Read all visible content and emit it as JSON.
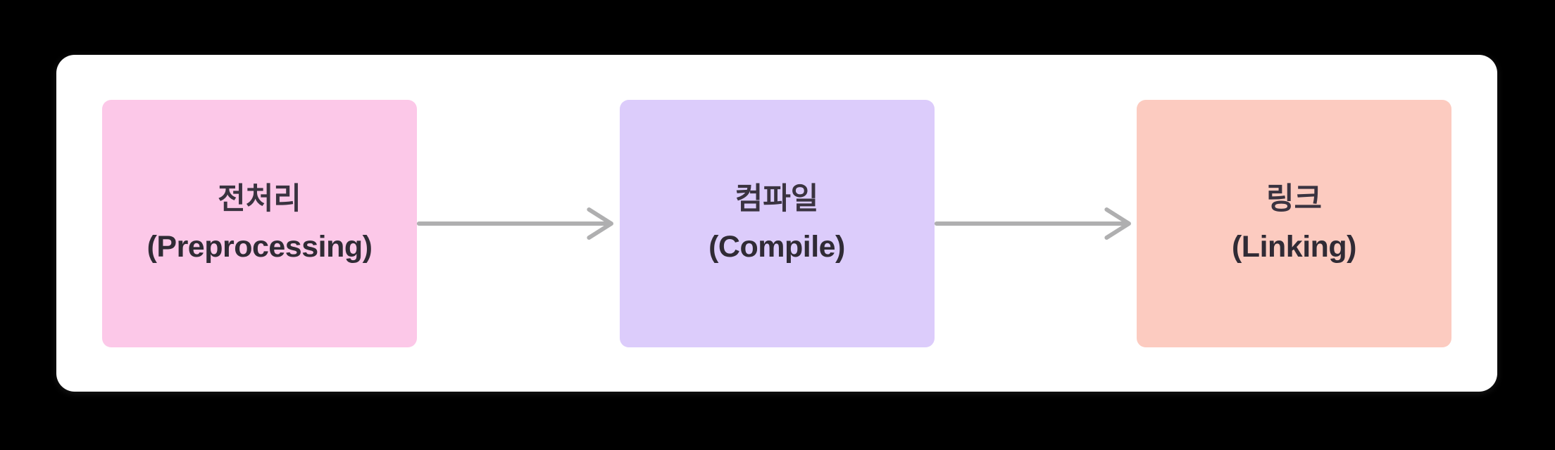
{
  "diagram": {
    "type": "horizontal-flow",
    "title_visible": false,
    "background_color": "#000000",
    "card_color": "#FFFFFF",
    "arrow_color": "#AFAFB0",
    "text_color": "#3A3340",
    "stages": [
      {
        "name_ko": "전처리",
        "name_en": "(Preprocessing)",
        "color": "#FCC8E8",
        "order": 1
      },
      {
        "name_ko": "컴파일",
        "name_en": "(Compile)",
        "color": "#DCCCFB",
        "order": 2
      },
      {
        "name_ko": "링크",
        "name_en": "(Linking)",
        "color": "#FCCBC0",
        "order": 3
      }
    ],
    "connectors": [
      {
        "from": "전처리",
        "to": "컴파일",
        "style": "arrow-right"
      },
      {
        "from": "컴파일",
        "to": "링크",
        "style": "arrow-right"
      }
    ]
  }
}
